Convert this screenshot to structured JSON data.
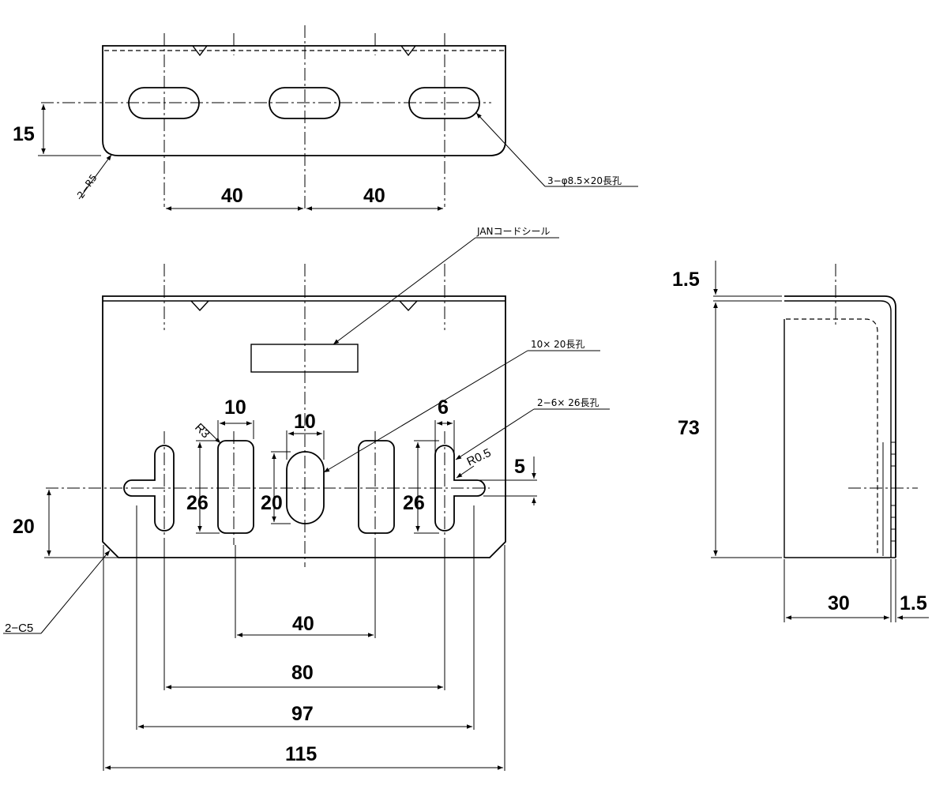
{
  "top_view": {
    "dim_height": "15",
    "dim_spacing_left": "40",
    "dim_spacing_right": "40",
    "note_corner_radius": "2−R5",
    "note_slots": "3−φ8.5×20長孔"
  },
  "front_view": {
    "note_jan": "JANコードシール",
    "note_center_slot": "10× 20長孔",
    "note_side_slots": "2−6× 26長孔",
    "dim_slot_width_left": "10",
    "dim_slot_width_center": "10",
    "dim_slot_width_right": "6",
    "note_r3": "R3",
    "note_r05": "R0.5",
    "dim_tab": "5",
    "dim_slot_height_left": "26",
    "dim_slot_height_center": "20",
    "dim_slot_height_right": "26",
    "dim_bottom_height": "20",
    "dim_40": "40",
    "dim_80": "80",
    "dim_97": "97",
    "dim_115": "115",
    "note_chamfer": "2−C5"
  },
  "side_view": {
    "dim_thickness_top": "1.5",
    "dim_height": "73",
    "dim_depth": "30",
    "dim_thickness_bottom": "1.5"
  }
}
